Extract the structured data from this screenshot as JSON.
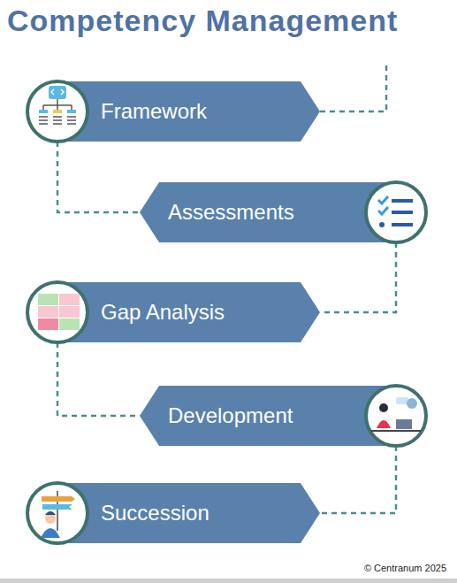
{
  "diagram": {
    "title": "Competency Management",
    "nodes": [
      {
        "text": [
          "Framework"
        ]
      },
      {
        "text": [
          "Assessments"
        ]
      },
      {
        "text": [
          "Gap Analysis"
        ]
      },
      {
        "text": [
          "Development"
        ]
      },
      {
        "text": [
          "Succession"
        ]
      }
    ],
    "edges": [
      {
        "from": 0,
        "to": 1,
        "arrow": "none"
      },
      {
        "from": 1,
        "to": 2,
        "arrow": "none"
      },
      {
        "from": 2,
        "to": 3,
        "arrow": "none"
      },
      {
        "from": 3,
        "to": 4,
        "arrow": "none"
      }
    ],
    "labels": [
      "© Centranum 2025"
    ]
  }
}
